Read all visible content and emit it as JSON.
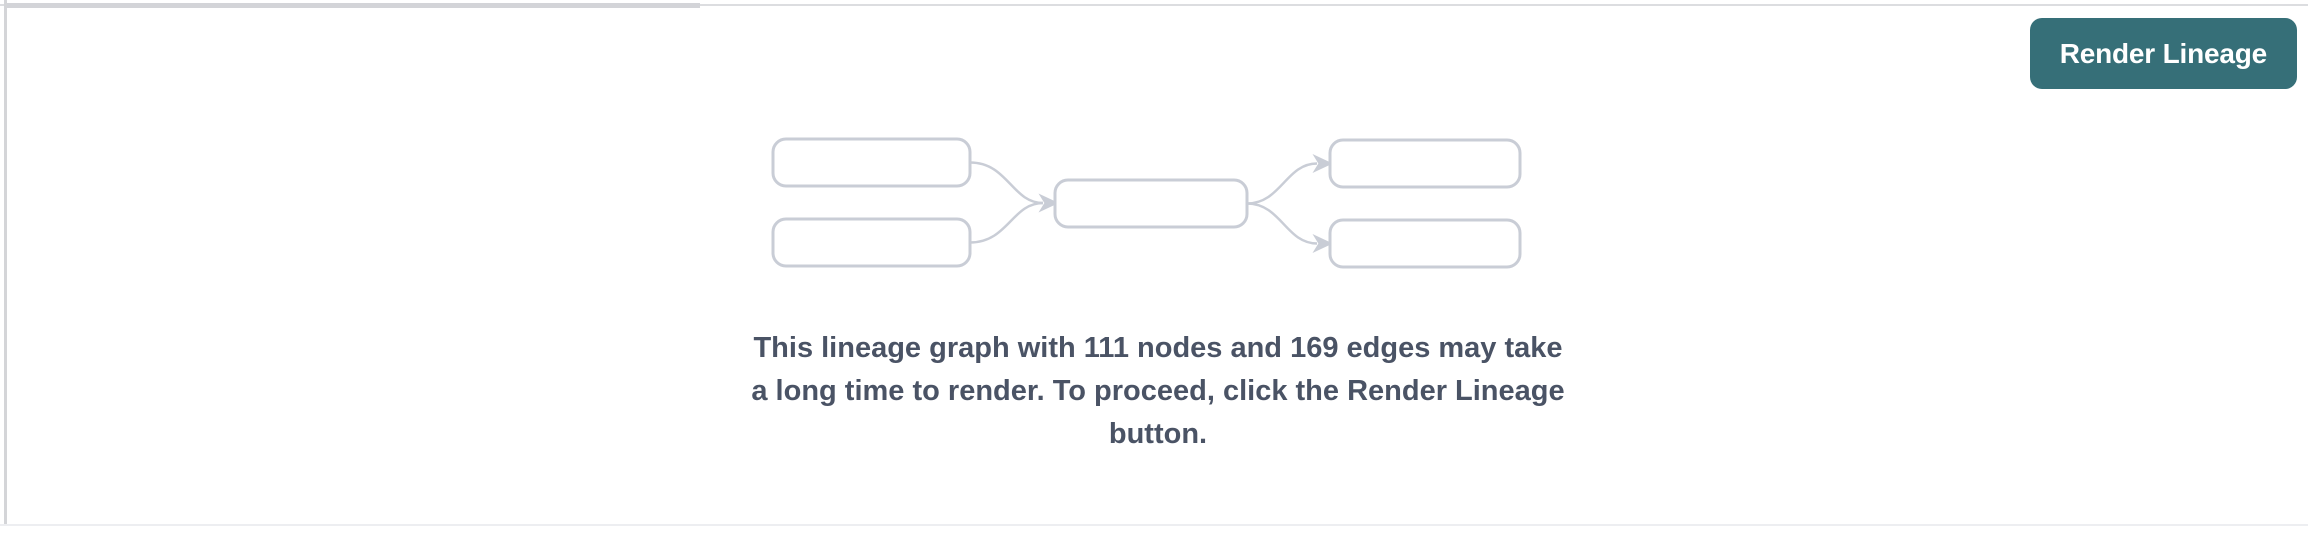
{
  "panel": {
    "background": "#ffffff",
    "top_border_color": "#dcdde0",
    "left_border_color": "#d4d5d8",
    "bottom_border_color": "#edeef1",
    "scrollbar_thumb_color": "#d3d4d8"
  },
  "toolbar": {
    "render_button": {
      "label": "Render Lineage",
      "background": "#366F78",
      "text_color": "#ffffff"
    }
  },
  "lineage_preview": {
    "left_nodes": 2,
    "center_nodes": 1,
    "right_nodes": 2,
    "edges": 4,
    "node_border_color": "#c9cdd6",
    "edge_color": "#c9cdd6"
  },
  "message": {
    "text": "This lineage graph with 111 nodes and 169 edges may take a long time to render. To proceed, click the Render Lineage button.",
    "lines": [
      "This lineage graph with 111 nodes and 169 edges may take",
      "a long time to render. To proceed, click the Render Lineage",
      "button."
    ],
    "node_count": 111,
    "edge_count": 169,
    "color": "#4a5365"
  }
}
